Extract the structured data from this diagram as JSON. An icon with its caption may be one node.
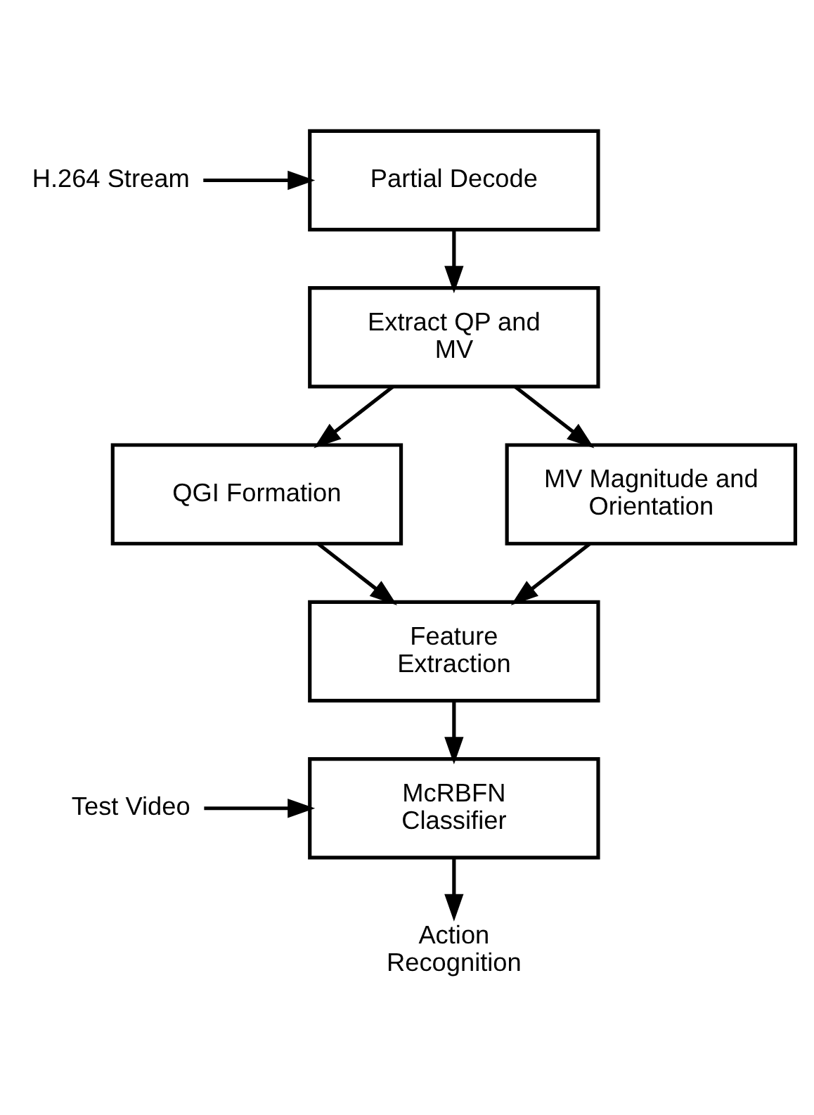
{
  "diagram": {
    "nodes": [
      {
        "text": [
          "H.264 Stream"
        ]
      },
      {
        "text": [
          "Partial Decode"
        ]
      },
      {
        "text": [
          "Extract QP and MV"
        ]
      },
      {
        "text": [
          "QGI Formation"
        ]
      },
      {
        "text": [
          "MV Magnitude and Orientation"
        ]
      },
      {
        "text": [
          "Feature Extraction"
        ]
      },
      {
        "text": [
          "Test Video"
        ]
      },
      {
        "text": [
          "McRBFN Classifier"
        ]
      },
      {
        "text": [
          "Action Recognition"
        ]
      }
    ],
    "edges": [
      {
        "from": 0,
        "to": 1,
        "arrow": "to"
      },
      {
        "from": 1,
        "to": 2,
        "arrow": "to"
      },
      {
        "from": 2,
        "to": 3,
        "arrow": "to"
      },
      {
        "from": 2,
        "to": 4,
        "arrow": "to"
      },
      {
        "from": 3,
        "to": 5,
        "arrow": "to"
      },
      {
        "from": 4,
        "to": 5,
        "arrow": "to"
      },
      {
        "from": 5,
        "to": 7,
        "arrow": "to"
      },
      {
        "from": 6,
        "to": 7,
        "arrow": "to"
      },
      {
        "from": 7,
        "to": 8,
        "arrow": "to"
      }
    ]
  }
}
